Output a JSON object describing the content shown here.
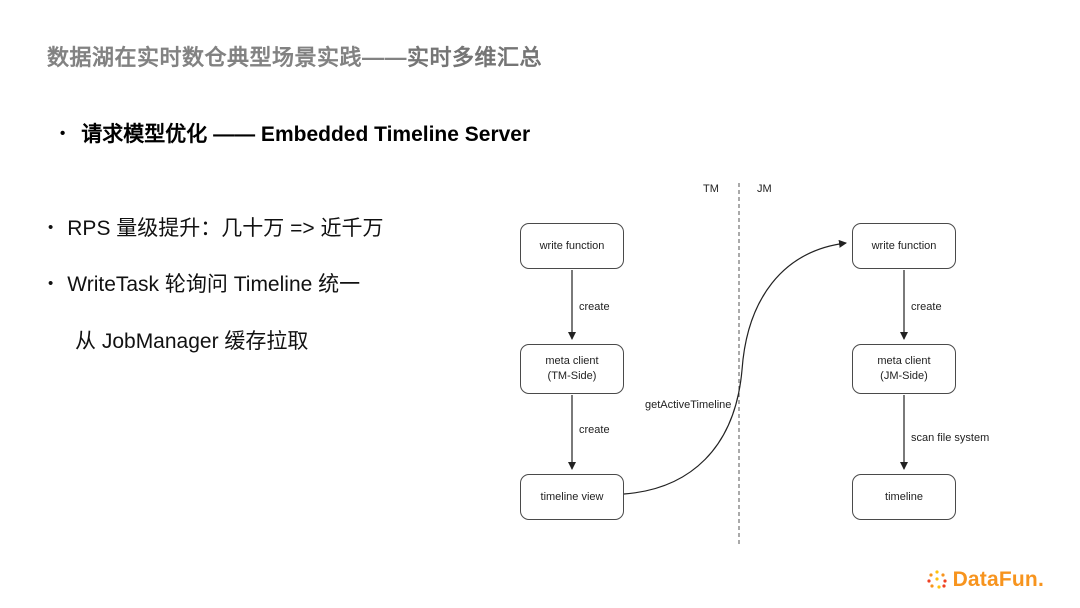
{
  "slide": {
    "title": {
      "regular": "数据湖在实时数仓典型场景实践——",
      "bold": "实时多维汇总"
    },
    "bullet_marker": "•",
    "heading": "请求模型优化 —— Embedded Timeline Server",
    "bullet1": "RPS 量级提升：几十万 => 近千万",
    "bullet2_line1": "WriteTask 轮询问 Timeline 统一",
    "bullet2_line2": "从 JobManager 缓存拉取"
  },
  "diagram": {
    "tm_label": "TM",
    "jm_label": "JM",
    "nodes": {
      "tm_write": "write function",
      "tm_meta_line1": "meta client",
      "tm_meta_line2": "(TM-Side)",
      "tm_timeline": "timeline view",
      "jm_write": "write function",
      "jm_meta_line1": "meta client",
      "jm_meta_line2": "(JM-Side)",
      "jm_timeline": "timeline"
    },
    "edges": {
      "tm_create_top": "create",
      "tm_create_bottom": "create",
      "jm_create": "create",
      "jm_scan": "scan file system",
      "get_active_timeline": "getActiveTimeline"
    }
  },
  "footer": {
    "logo_text": "DataFun.",
    "logo_color": "#F7941E"
  }
}
